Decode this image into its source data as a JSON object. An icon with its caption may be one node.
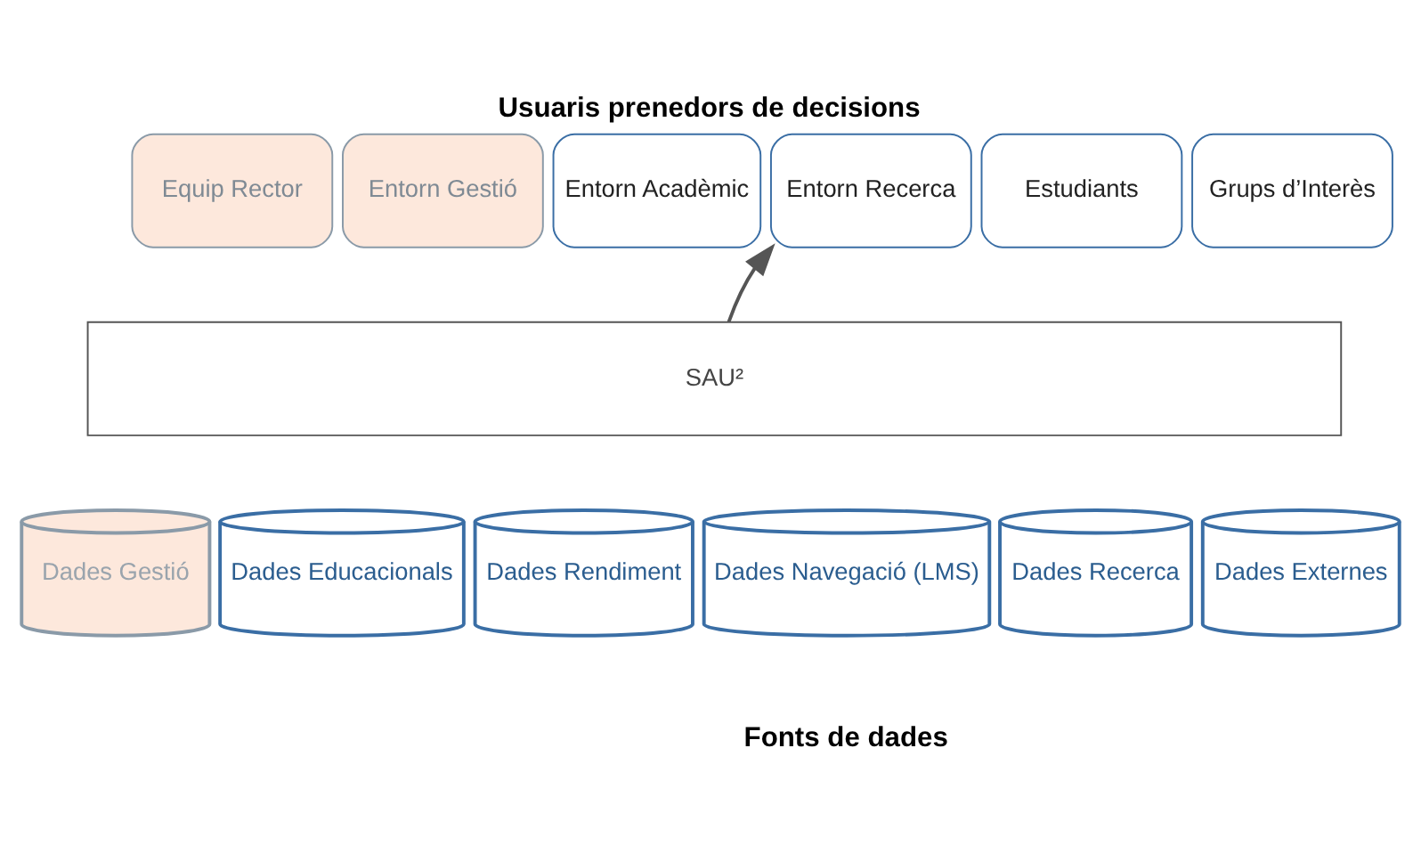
{
  "diagram": {
    "title": "Usuaris prenedors de decisions",
    "caption": "Fonts de dades",
    "nodes": [
      {
        "text": [
          "Equip Rector"
        ]
      },
      {
        "text": [
          "Entorn Gestió"
        ]
      },
      {
        "text": [
          "Entorn Acadèmic"
        ]
      },
      {
        "text": [
          "Entorn Recerca"
        ]
      },
      {
        "text": [
          "Estudiants"
        ]
      },
      {
        "text": [
          "Grups d’Interès"
        ]
      },
      {
        "text": [
          "SAU²"
        ]
      },
      {
        "text": [
          "Dades Gestió"
        ]
      },
      {
        "text": [
          "Dades Educacionals"
        ]
      },
      {
        "text": [
          "Dades Rendiment"
        ]
      },
      {
        "text": [
          "Dades Navegació (LMS)"
        ]
      },
      {
        "text": [
          "Dades Recerca"
        ]
      },
      {
        "text": [
          "Dades Externes"
        ]
      }
    ],
    "edges": [
      {
        "from": 6,
        "to": 3,
        "arrow": "to"
      }
    ]
  }
}
